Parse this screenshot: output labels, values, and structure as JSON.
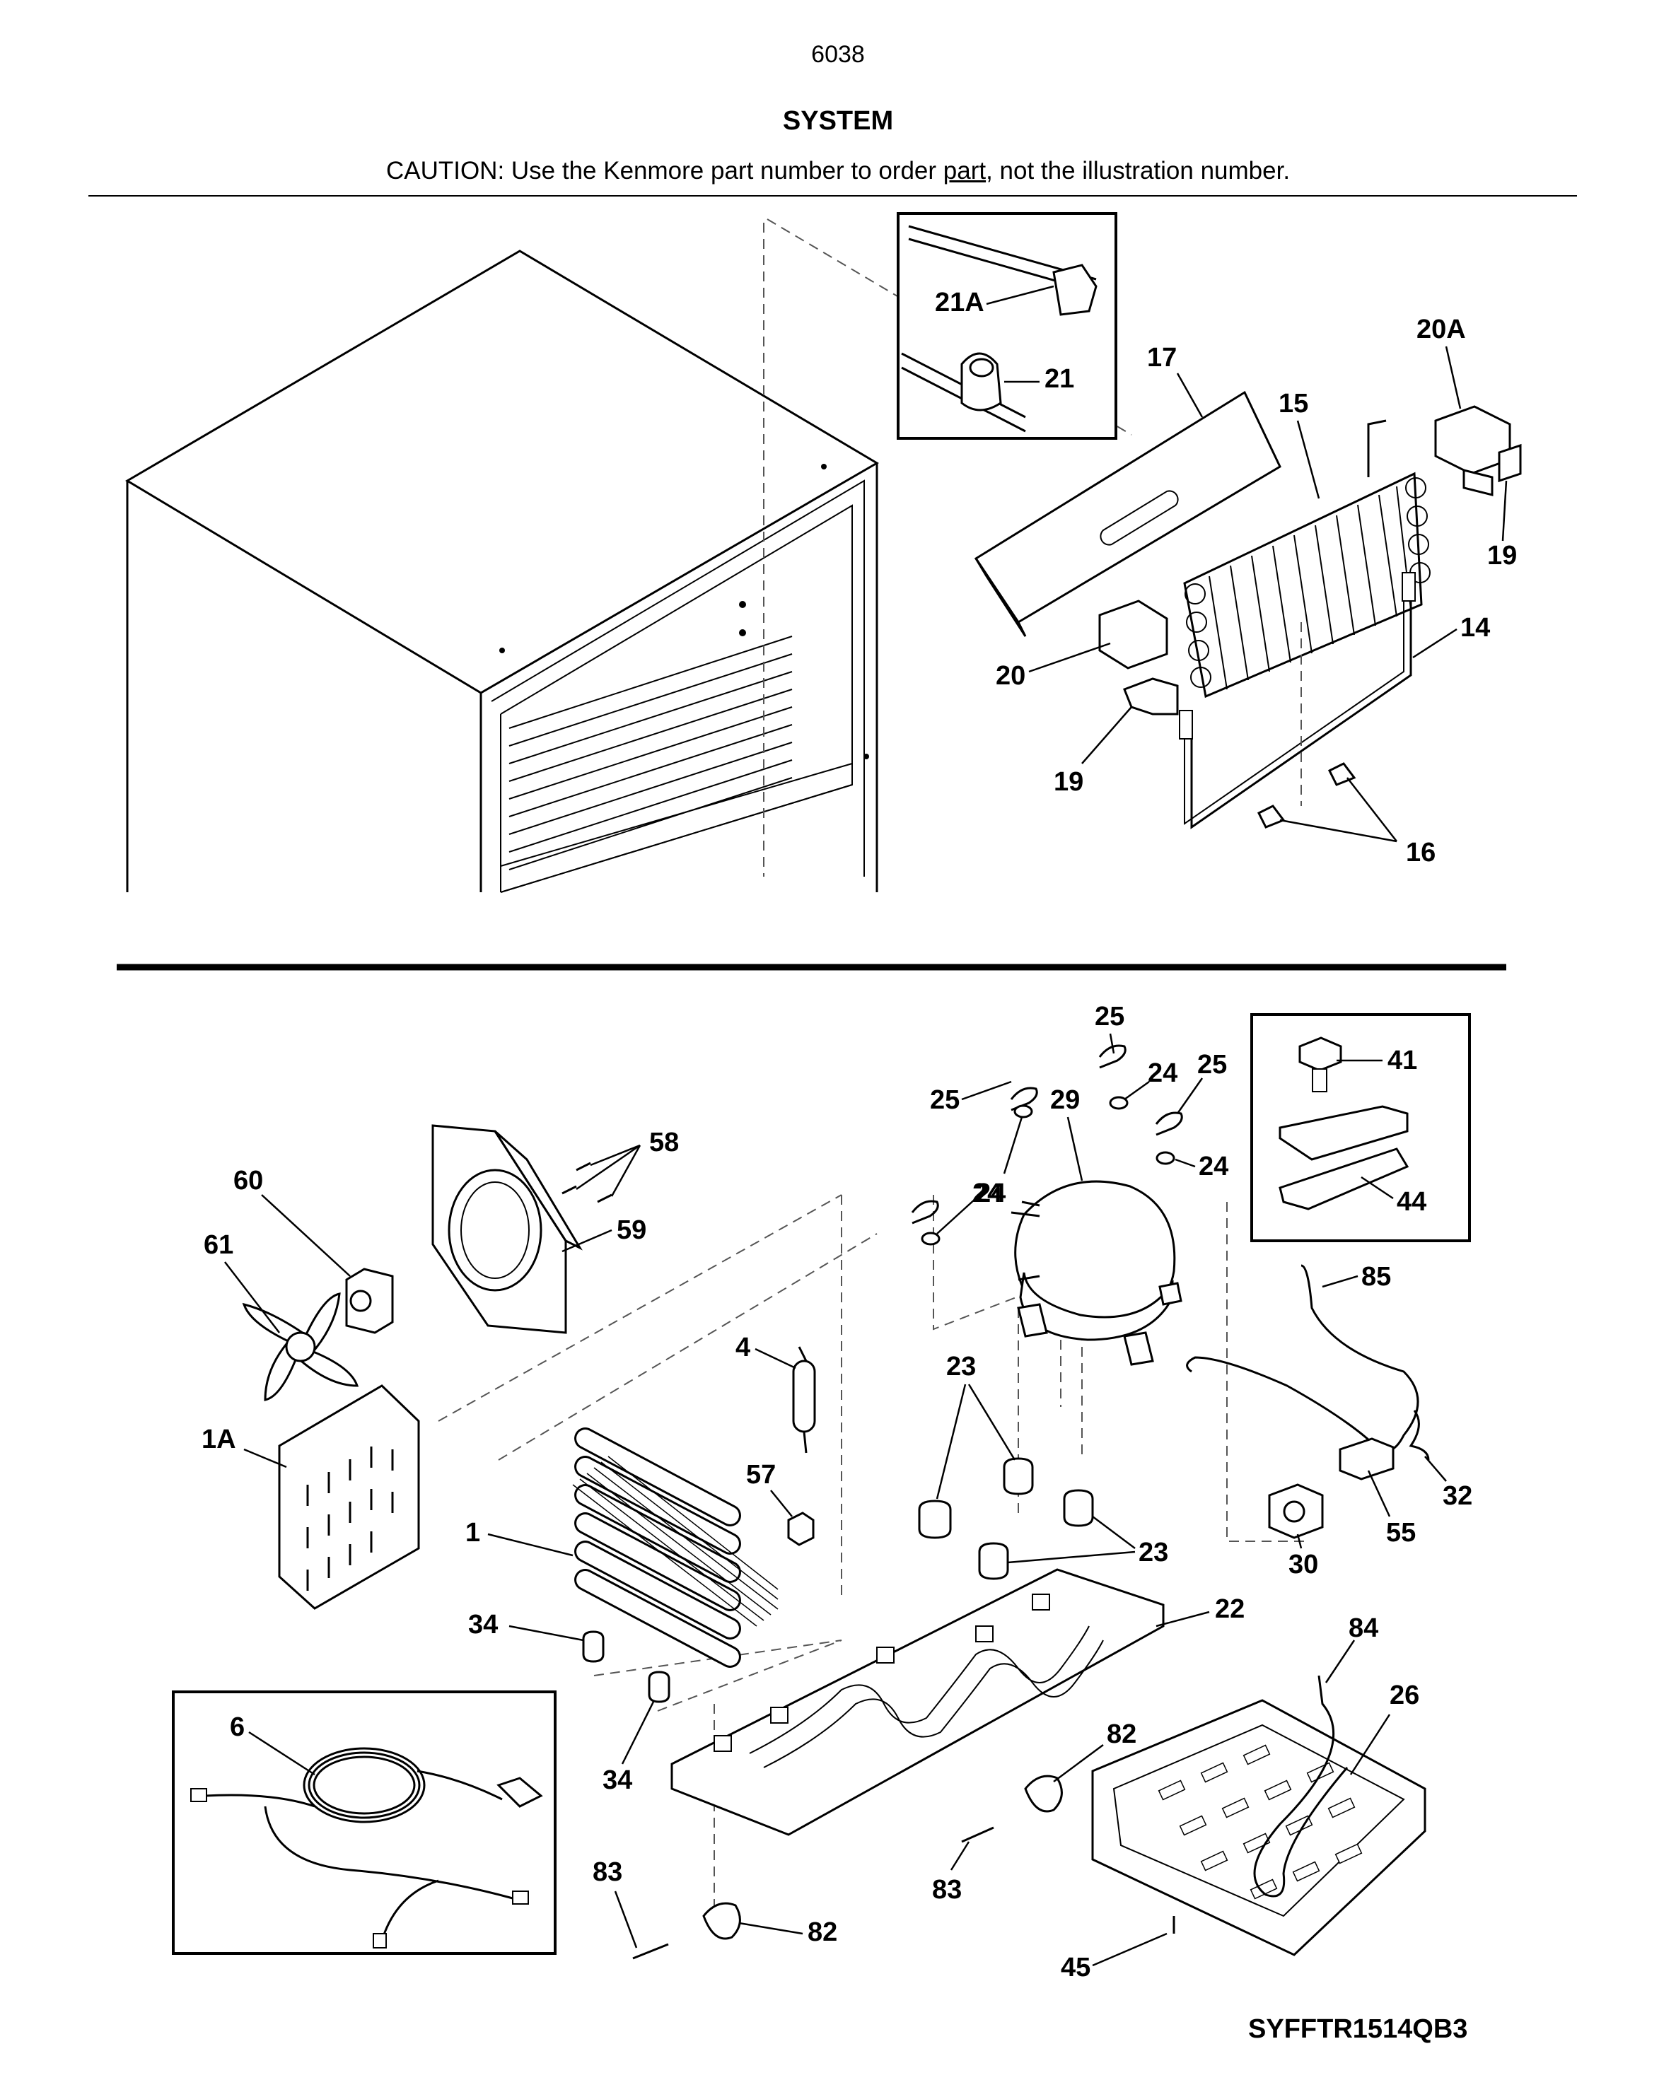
{
  "page_number": "6038",
  "section_title": "SYSTEM",
  "caution": {
    "before": "CAUTION: Use the Kenmore part number to order ",
    "underlined": "part",
    "after": ", not the illustration number."
  },
  "diagram_code": "SYFFTR1514QB3",
  "callouts": {
    "c21A": "21A",
    "c21": "21",
    "c17": "17",
    "c15": "15",
    "c20A": "20A",
    "c19a": "19",
    "c19b": "19",
    "c20": "20",
    "c14": "14",
    "c16": "16",
    "c25a": "25",
    "c25b": "25",
    "c25c": "25",
    "c24a": "24",
    "c24b": "24",
    "c24c": "24",
    "c24d": "24",
    "c29": "29",
    "c41": "41",
    "c44": "44",
    "c58": "58",
    "c60": "60",
    "c59": "59",
    "c61": "61",
    "c4": "4",
    "c85": "85",
    "c23a": "23",
    "c23b": "23",
    "c1A": "1A",
    "c57": "57",
    "c32": "32",
    "c1": "1",
    "c55": "55",
    "c30": "30",
    "c22": "22",
    "c34a": "34",
    "c34b": "34",
    "c84": "84",
    "c6": "6",
    "c26": "26",
    "c82a": "82",
    "c82b": "82",
    "c83a": "83",
    "c83b": "83",
    "c45": "45"
  }
}
